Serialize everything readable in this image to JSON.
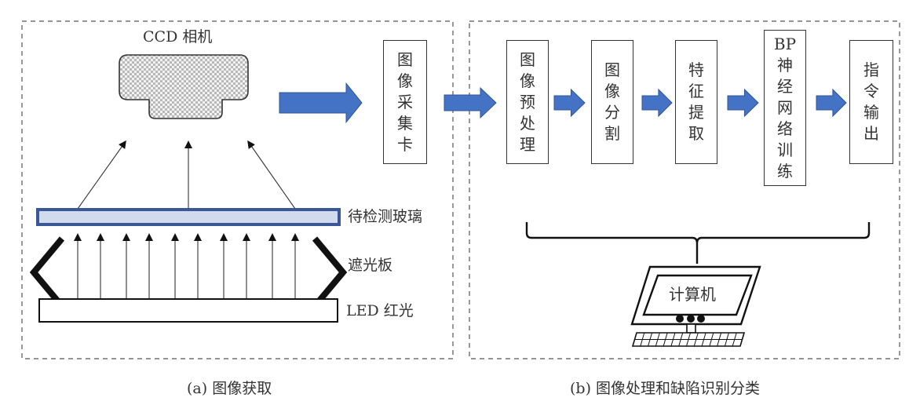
{
  "panel_a": {
    "caption": "(a) 图像获取",
    "camera_label": "CCD 相机",
    "glass_label": "待检测玻璃",
    "shield_label": "遮光板",
    "led_label": "LED 红光",
    "capture_card": [
      "图",
      "像",
      "采",
      "集",
      "卡"
    ]
  },
  "panel_b": {
    "caption": "(b) 图像处理和缺陷识别分类",
    "steps": [
      {
        "chars": [
          "图",
          "像",
          "预",
          "处",
          "理"
        ]
      },
      {
        "chars": [
          "图",
          "像",
          "分",
          "割"
        ]
      },
      {
        "chars": [
          "特",
          "征",
          "提",
          "取"
        ]
      },
      {
        "chars": [
          "BP",
          "神",
          "经",
          "网",
          "络",
          "训",
          "练"
        ]
      },
      {
        "chars": [
          "指",
          "令",
          "输",
          "出"
        ]
      }
    ],
    "computer_label": "计算机"
  },
  "colors": {
    "arrow_fill": "#4472c4",
    "arrow_stroke": "#2f5597",
    "glass_border": "#3a5897",
    "glass_fill": "#d0dcee",
    "line": "#333333"
  }
}
